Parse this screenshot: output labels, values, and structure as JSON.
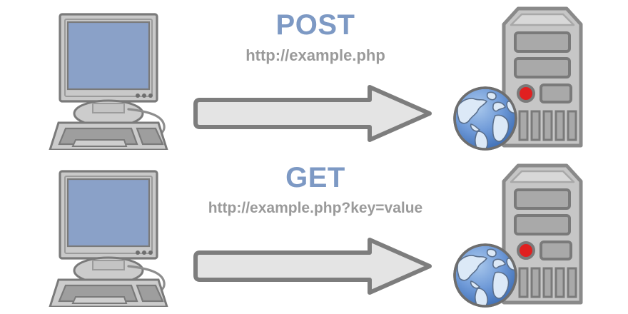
{
  "diagram": {
    "title": "HTTP POST vs GET request diagram",
    "background_color": "#ffffff",
    "colors": {
      "method_blue": "#7d99c4",
      "url_gray": "#9a9a9a",
      "screen_blue": "#8aa1c8",
      "body_gray": "#c8c8c8",
      "outline_gray": "#7a7a7a",
      "arrow_fill": "#e4e4e4",
      "arrow_outline": "#7d7d7d",
      "power_led_red": "#e02020",
      "globe_ocean": "#5b8bd0",
      "globe_land": "#dce9f7"
    },
    "rows": [
      {
        "id": "post-row",
        "method": "POST",
        "url": "http://example.php",
        "client_icon": "desktop-computer-icon",
        "network_icon": "globe-icon",
        "server_icon": "server-tower-icon",
        "arrow_icon": "right-arrow-icon",
        "direction": "client-to-server"
      },
      {
        "id": "get-row",
        "method": "GET",
        "url": "http://example.php?key=value",
        "client_icon": "desktop-computer-icon",
        "network_icon": "globe-icon",
        "server_icon": "server-tower-icon",
        "arrow_icon": "right-arrow-icon",
        "direction": "client-to-server"
      }
    ]
  }
}
